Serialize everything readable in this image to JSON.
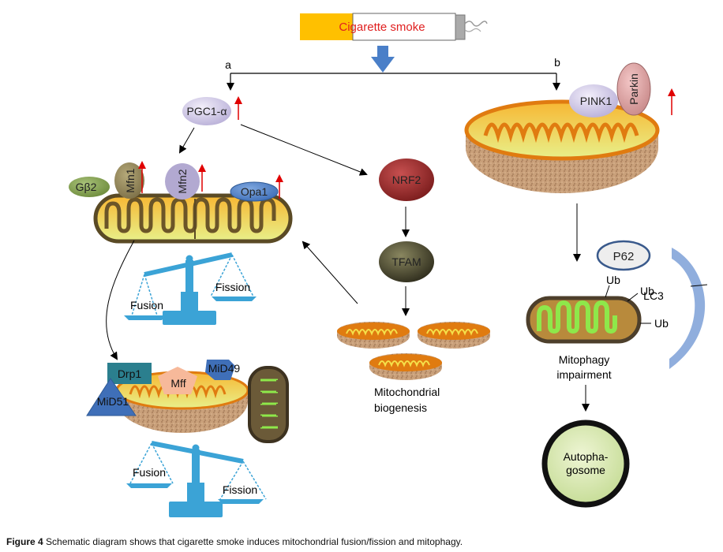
{
  "figure": {
    "trigger_label": "Cigarette smoke",
    "branch_a_label": "a",
    "branch_b_label": "b",
    "caption_prefix": "Figure 4",
    "caption_text": " Schematic diagram shows that cigarette smoke induces mitochondrial fusion/fission and mitophagy."
  },
  "pathway_a": {
    "pgc1a": "PGC1-α",
    "fusion_proteins": {
      "gb2": "Gβ2",
      "mfn1": "Mfn1",
      "mfn2": "Mfn2",
      "opa1": "Opa1"
    },
    "balance_top": {
      "left": "Fusion",
      "right": "Fission"
    },
    "fission_proteins": {
      "drp1": "Drp1",
      "mff": "Mff",
      "mid49": "MiD49",
      "mid51": "MiD51"
    },
    "balance_bottom": {
      "left": "Fusion",
      "right": "Fission"
    },
    "nrf2": "NRF2",
    "tfam": "TFAM",
    "biogenesis_line1": "Mitochondrial",
    "biogenesis_line2": "biogenesis"
  },
  "pathway_b": {
    "pink1": "PINK1",
    "parkin": "Parkin",
    "p62": "P62",
    "ub": "Ub",
    "lc3": "LC3",
    "impairment_line1": "Mitophagy",
    "impairment_line2": "impairment",
    "autophagosome_line1": "Autopha-",
    "autophagosome_line2": "gosome"
  },
  "colors": {
    "upregulation_arrow": "#e00000",
    "cigarette_filter": "#ffc000",
    "trigger_text": "#e02020",
    "flow_arrow": "#4a7fc8",
    "scale": "#3ba3d6"
  }
}
